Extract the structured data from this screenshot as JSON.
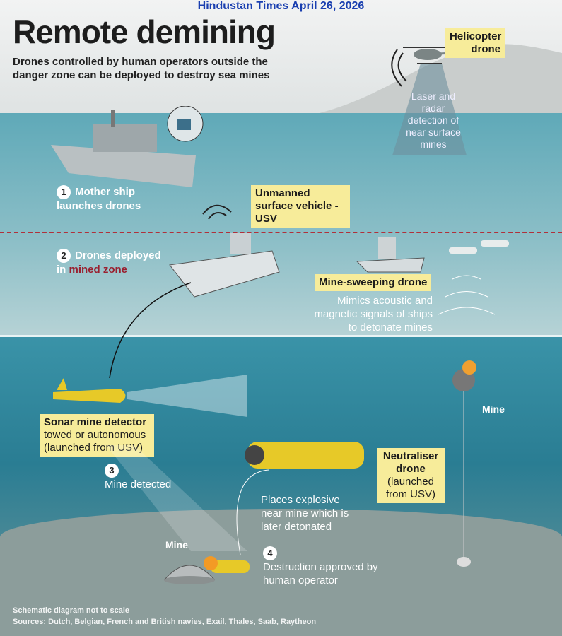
{
  "source_header": "Hindustan Times April 26, 2026",
  "title": "Remote demining",
  "subtitle": "Drones controlled by human operators outside the danger zone can be deployed to destroy sea mines",
  "helicopter": {
    "label": "Helicopter drone",
    "detection": "Laser and radar detection of near surface mines"
  },
  "steps": [
    {
      "num": "1",
      "text": "Mother ship launches drones"
    },
    {
      "num": "2",
      "text_prefix": "Drones deployed in",
      "highlight": "mined zone"
    },
    {
      "num": "3",
      "text": "Mine detected"
    },
    {
      "num": "4",
      "text": "Destruction approved by human operator"
    }
  ],
  "usv": {
    "label": "Unmanned surface vehicle - USV"
  },
  "mine_sweeping": {
    "label": "Mine-sweeping drone",
    "desc": "Mimics acoustic and magnetic signals of ships to detonate mines"
  },
  "sonar": {
    "label": "Sonar mine detector",
    "desc": "towed or autonomous (launched from USV)"
  },
  "neutraliser": {
    "label": "Neutraliser drone",
    "desc": "(launched from USV)",
    "action": "Places explosive near mine which is later detonated"
  },
  "mine_labels": [
    "Mine",
    "Mine"
  ],
  "footer": {
    "note": "Schematic diagram not to scale",
    "sources": "Sources: Dutch, Belgian, French and British navies, Exail, Thales, Saab, Raytheon"
  },
  "colors": {
    "label_bg": "#f7ec9a",
    "mined_zone": "#b0303a",
    "header": "#1a3fb0"
  }
}
